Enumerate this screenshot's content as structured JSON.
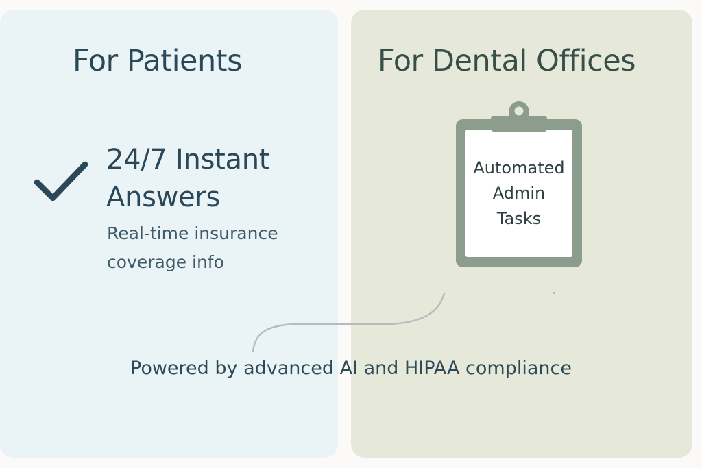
{
  "patients": {
    "heading": "For Patients",
    "feature_title": "24/7 Instant Answers",
    "feature_desc": "Real-time insurance coverage info",
    "check_icon": "checkmark-icon"
  },
  "offices": {
    "heading": "For Dental Offices",
    "clipboard_icon": "clipboard-icon",
    "clipboard_label": "Automated\nAdmin\nTasks"
  },
  "footer": {
    "tagline": "Powered by advanced AI and HIPAA compliance"
  },
  "colors": {
    "patients_panel": "#eaf3f6",
    "offices_panel": "#e6e9da",
    "text_dark": "#2a4858",
    "clipboard": "#8c9d8d"
  }
}
